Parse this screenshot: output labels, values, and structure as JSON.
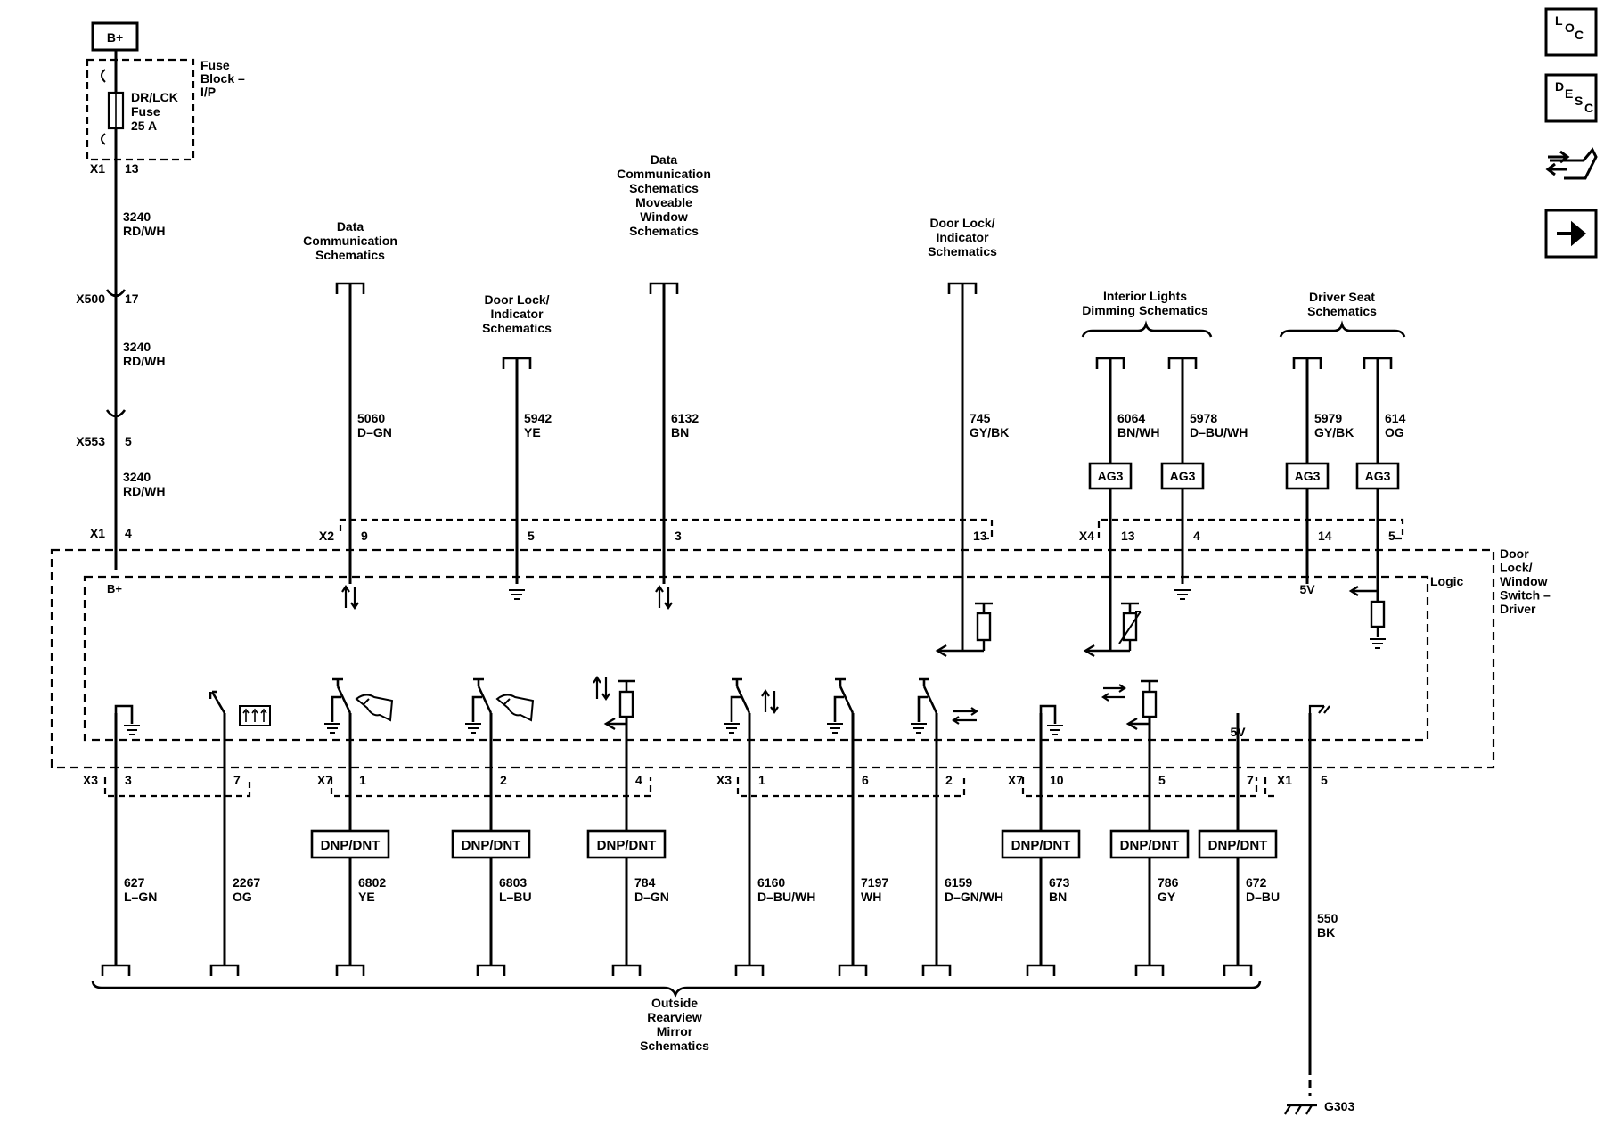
{
  "supply": {
    "label": "B+"
  },
  "fuse": {
    "block_label": [
      "Fuse",
      "Block –",
      "I/P"
    ],
    "name": [
      "DR/LCK",
      "Fuse",
      "25 A"
    ]
  },
  "feed_segments": [
    {
      "id": "seg1",
      "circuit": "3240",
      "color": "RD/WH"
    },
    {
      "id": "seg2",
      "circuit": "3240",
      "color": "RD/WH"
    },
    {
      "id": "seg3",
      "circuit": "3240",
      "color": "RD/WH"
    }
  ],
  "feed_connectors": [
    {
      "id": "fc1",
      "name": "X1",
      "pin": "13"
    },
    {
      "id": "fc2",
      "name": "X500",
      "pin": "17"
    },
    {
      "id": "fc3",
      "name": "X553",
      "pin": "5"
    },
    {
      "id": "fc4",
      "name": "X1",
      "pin": "4"
    }
  ],
  "top_circuits": [
    {
      "id": "t1",
      "ref": [
        "Data",
        "Communication",
        "Schematics"
      ],
      "circuit": "5060",
      "color": "D–GN",
      "connector": "X2",
      "pin": "9",
      "symbol": "data"
    },
    {
      "id": "t2",
      "ref": [
        "Door Lock/",
        "Indicator",
        "Schematics"
      ],
      "circuit": "5942",
      "color": "YE",
      "connector": "",
      "pin": "5",
      "symbol": "ground"
    },
    {
      "id": "t3",
      "ref": [
        "Data",
        "Communication",
        "Schematics",
        "Moveable",
        "Window",
        "Schematics"
      ],
      "circuit": "6132",
      "color": "BN",
      "connector": "",
      "pin": "3",
      "symbol": "data"
    },
    {
      "id": "t4",
      "ref": [
        "Door Lock/",
        "Indicator",
        "Schematics"
      ],
      "circuit": "745",
      "color": "GY/BK",
      "connector": "",
      "pin": "13",
      "symbol": "resistor"
    },
    {
      "id": "t5",
      "ref": [],
      "circuit": "6064",
      "color": "BN/WH",
      "connector": "X4",
      "pin": "13",
      "symbol": "variable-resistor",
      "tag": "AG3"
    },
    {
      "id": "t6",
      "ref": [],
      "circuit": "5978",
      "color": "D–BU/WH",
      "connector": "",
      "pin": "4",
      "symbol": "ground",
      "tag": "AG3"
    },
    {
      "id": "t7",
      "ref": [],
      "circuit": "5979",
      "color": "GY/BK",
      "connector": "",
      "pin": "14",
      "symbol": "5v",
      "tag": "AG3"
    },
    {
      "id": "t8",
      "ref": [],
      "circuit": "614",
      "color": "OG",
      "connector": "",
      "pin": "5",
      "symbol": "resistor-ground",
      "tag": "AG3"
    }
  ],
  "group_refs": [
    {
      "id": "g1",
      "lines": [
        "Interior Lights",
        "Dimming Schematics"
      ]
    },
    {
      "id": "g2",
      "lines": [
        "Driver Seat",
        "Schematics"
      ]
    }
  ],
  "module": {
    "name": [
      "Door",
      "Lock/",
      "Window",
      "Switch –",
      "Driver"
    ],
    "logic_label": "Logic",
    "bplus_label": "B+",
    "five_v": "5V",
    "five_v_bottom": "5V"
  },
  "bottom_circuits": [
    {
      "id": "b1",
      "connector": "X3",
      "pin": "3",
      "circuit": "627",
      "color": "L–GN",
      "dnp": ""
    },
    {
      "id": "b2",
      "connector": "",
      "pin": "7",
      "circuit": "2267",
      "color": "OG",
      "dnp": ""
    },
    {
      "id": "b3",
      "connector": "X7",
      "pin": "1",
      "circuit": "6802",
      "color": "YE",
      "dnp": "DNP/DNT"
    },
    {
      "id": "b4",
      "connector": "",
      "pin": "2",
      "circuit": "6803",
      "color": "L–BU",
      "dnp": "DNP/DNT"
    },
    {
      "id": "b5",
      "connector": "",
      "pin": "4",
      "circuit": "784",
      "color": "D–GN",
      "dnp": "DNP/DNT"
    },
    {
      "id": "b6",
      "connector": "X3",
      "pin": "1",
      "circuit": "6160",
      "color": "D–BU/WH",
      "dnp": ""
    },
    {
      "id": "b7",
      "connector": "",
      "pin": "6",
      "circuit": "7197",
      "color": "WH",
      "dnp": ""
    },
    {
      "id": "b8",
      "connector": "",
      "pin": "2",
      "circuit": "6159",
      "color": "D–GN/WH",
      "dnp": ""
    },
    {
      "id": "b9",
      "connector": "X7",
      "pin": "10",
      "circuit": "673",
      "color": "BN",
      "dnp": "DNP/DNT"
    },
    {
      "id": "b10",
      "connector": "",
      "pin": "5",
      "circuit": "786",
      "color": "GY",
      "dnp": "DNP/DNT"
    },
    {
      "id": "b11",
      "connector": "",
      "pin": "7",
      "circuit": "672",
      "color": "D–BU",
      "dnp": "DNP/DNT"
    }
  ],
  "ground_circuit": {
    "connector": "X1",
    "pin": "5",
    "circuit": "550",
    "color": "BK",
    "ground": "G303"
  },
  "bottom_ref": {
    "lines": [
      "Outside",
      "Rearview",
      "Mirror",
      "Schematics"
    ]
  },
  "nav_buttons": [
    {
      "id": "loc",
      "label": "LOC",
      "icon": "loc-icon"
    },
    {
      "id": "desc",
      "label": "DESC",
      "icon": "desc-icon"
    },
    {
      "id": "connector",
      "label": "",
      "icon": "connector-end-view-icon"
    },
    {
      "id": "next",
      "label": "",
      "icon": "arrow-right-icon"
    }
  ]
}
